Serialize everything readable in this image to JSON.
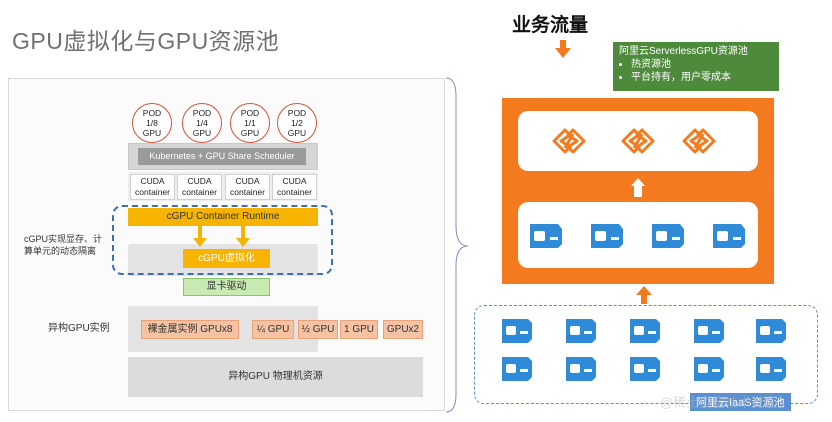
{
  "title": "GPU虚拟化与GPU资源池",
  "left": {
    "pods": [
      {
        "line1": "POD",
        "line2": "1/8",
        "line3": "GPU"
      },
      {
        "line1": "POD",
        "line2": "1/4",
        "line3": "GPU"
      },
      {
        "line1": "POD",
        "line2": "1/1",
        "line3": "GPU"
      },
      {
        "line1": "POD",
        "line2": "1/2",
        "line3": "GPU"
      }
    ],
    "scheduler": "Kubernetes + GPU Share Scheduler",
    "cuda": [
      {
        "line1": "CUDA",
        "line2": "container"
      },
      {
        "line1": "CUDA",
        "line2": "container"
      },
      {
        "line1": "CUDA",
        "line2": "container"
      },
      {
        "line1": "CUDA",
        "line2": "container"
      }
    ],
    "runtime": "cGPU Container Runtime",
    "isolation_label_1": "cGPU实现显存、计",
    "isolation_label_2": "算单元的动态隔离",
    "cgpu": "cGPU虚拟化",
    "driver": "显卡驱动",
    "hetero_label": "异构GPU实例",
    "chips": [
      "裸金属实例 GPUx8",
      "¼ GPU",
      "½ GPU",
      "1 GPU",
      "GPUx2"
    ],
    "physical": "异构GPU 物理机资源"
  },
  "right": {
    "business_title": "业务流量",
    "pool_title": "阿里云ServerlessGPU资源池",
    "pool_bullets": [
      "热资源池",
      "平台持有，用户零成本"
    ],
    "iaas_label": "阿里云IaaS资源池",
    "watermark": "@稀土掘金技术社区"
  },
  "colors": {
    "orange": "#f37a1f",
    "blue_icon": "#2f8ad8",
    "green": "#4e8a3b",
    "gold": "#f6b300"
  }
}
